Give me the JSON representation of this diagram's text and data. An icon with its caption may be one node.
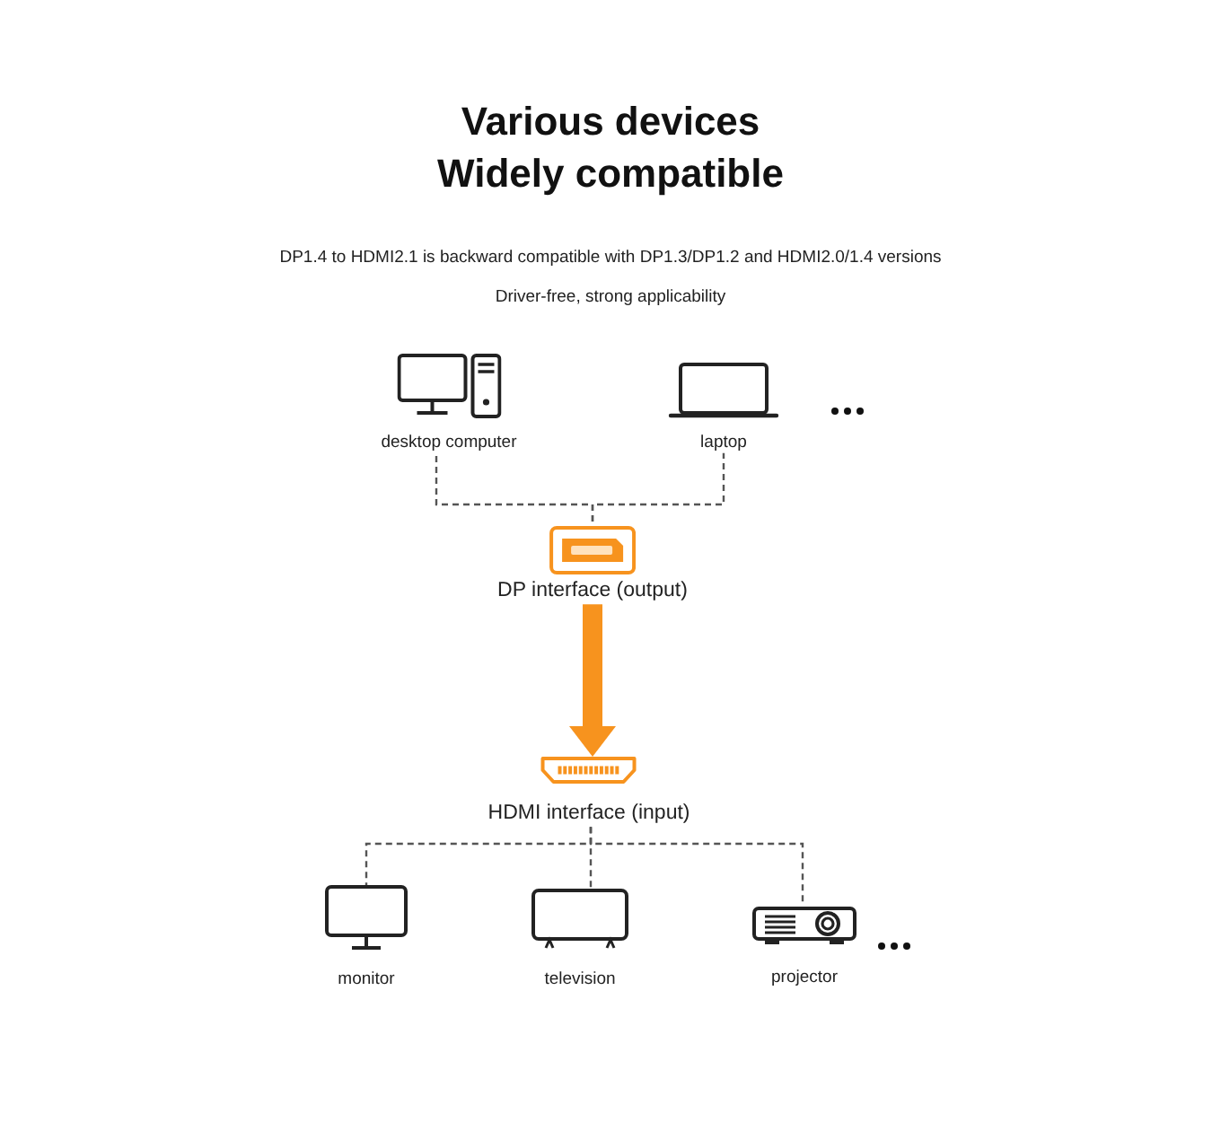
{
  "diagram": {
    "title": "Various devices Widely compatible",
    "nodes": [
      {
        "text": [
          "desktop computer"
        ]
      },
      {
        "text": [
          "laptop"
        ]
      },
      {
        "text": [
          "DP interface (output)"
        ]
      },
      {
        "text": [
          "HDMI interface (input)"
        ]
      },
      {
        "text": [
          "monitor"
        ]
      },
      {
        "text": [
          "television"
        ]
      },
      {
        "text": [
          "projector"
        ]
      }
    ],
    "edges": [
      {
        "from": 0,
        "to": 2,
        "arrow": "none",
        "style": "dashed"
      },
      {
        "from": 1,
        "to": 2,
        "arrow": "none",
        "style": "dashed"
      },
      {
        "from": 2,
        "to": 3,
        "arrow": "to",
        "style": "thick",
        "color": "#f7931e"
      },
      {
        "from": 3,
        "to": 4,
        "arrow": "none",
        "style": "dashed"
      },
      {
        "from": 3,
        "to": 5,
        "arrow": "none",
        "style": "dashed"
      },
      {
        "from": 3,
        "to": 6,
        "arrow": "none",
        "style": "dashed"
      }
    ],
    "labels": [
      "DP1.4 to HDMI2.1 is backward compatible with DP1.3/DP1.2 and HDMI2.0/1.4 versions",
      "Driver-free, strong applicability"
    ]
  }
}
